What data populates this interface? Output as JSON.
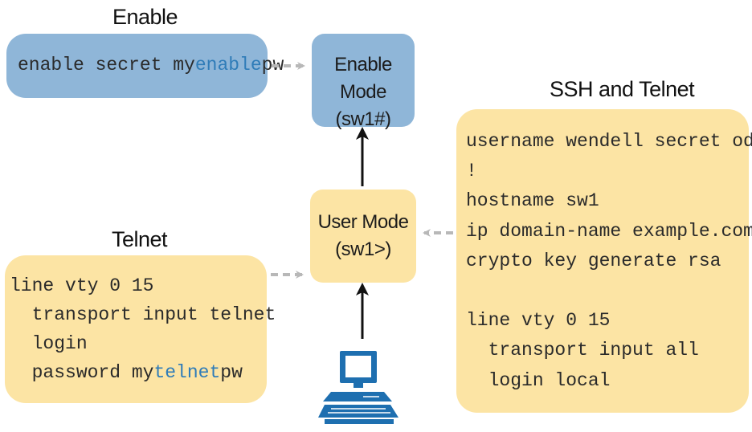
{
  "enable": {
    "title": "Enable",
    "cmd_prefix": "enable secret my",
    "cmd_highlight": "enable",
    "cmd_suffix": "pw"
  },
  "enable_mode": {
    "line1": "Enable Mode",
    "line2": "(sw1#)"
  },
  "user_mode": {
    "line1": "User Mode",
    "line2": "(sw1>)"
  },
  "telnet": {
    "title": "Telnet",
    "lines": [
      "line vty 0 15",
      "  transport input telnet",
      "  login"
    ],
    "pw_prefix": "  password my",
    "pw_highlight": "telnet",
    "pw_suffix": "pw"
  },
  "ssh": {
    "title": "SSH and Telnet",
    "lines": [
      "username wendell secret odom",
      "!",
      "hostname sw1",
      "ip domain-name example.com",
      "crypto key generate rsa",
      "",
      "line vty 0 15",
      "  transport input all",
      "  login local"
    ]
  },
  "colors": {
    "blue_box": "#8fb6d8",
    "yellow_box": "#fce4a4",
    "highlight_text": "#2f7cb8",
    "dashed_arrow": "#b8b8b8",
    "solid_arrow": "#111111",
    "computer": "#1e6fb0"
  },
  "icons": {
    "computer": "computer-icon"
  }
}
